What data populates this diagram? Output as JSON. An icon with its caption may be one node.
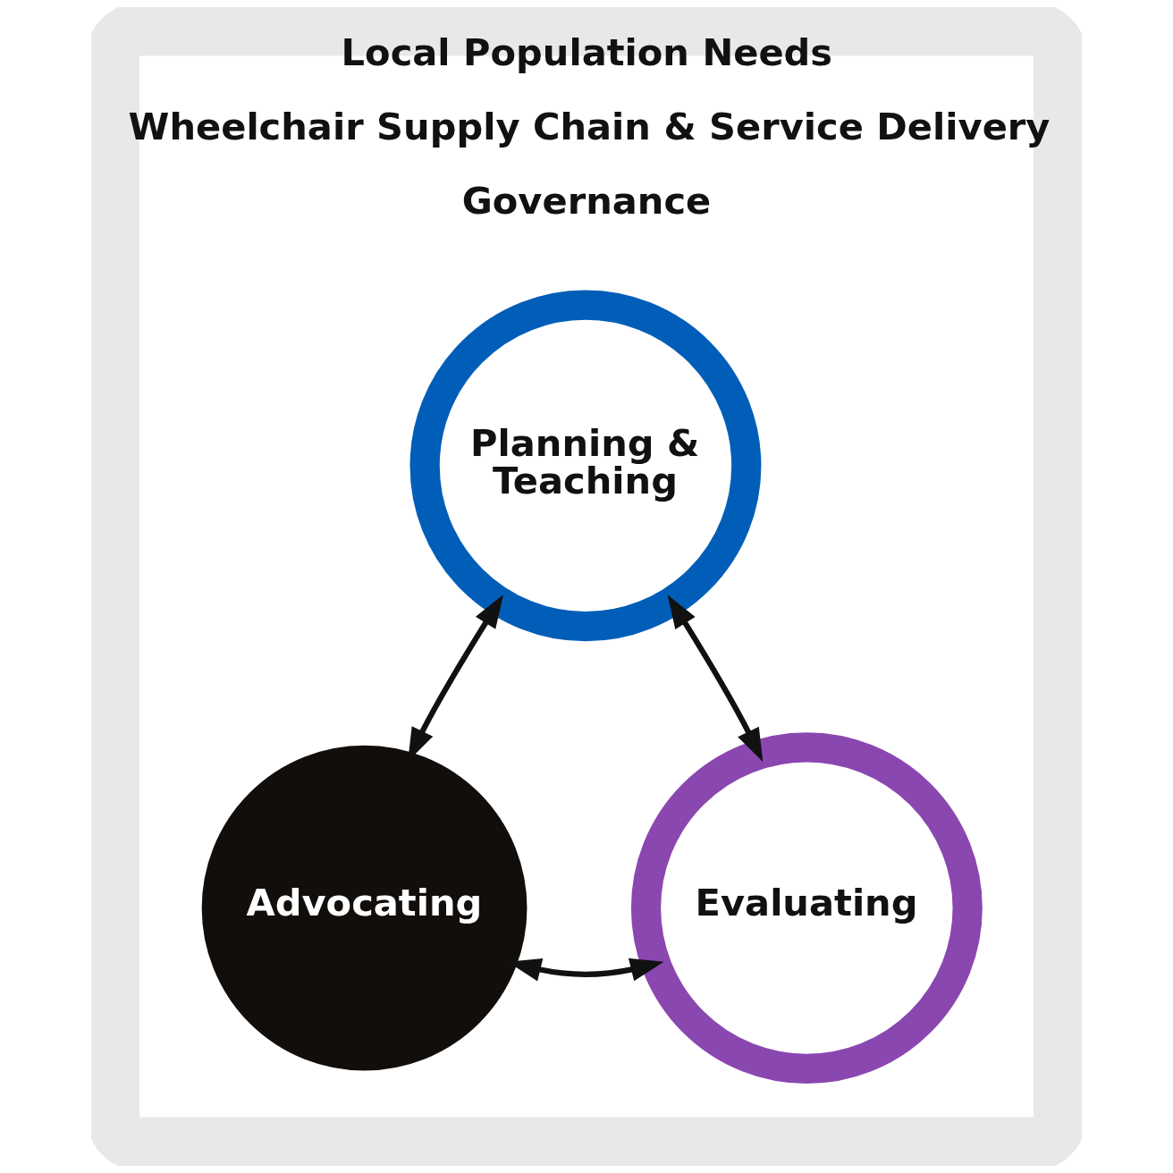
{
  "diagram": {
    "nodes": [
      {
        "text": [
          "Local Population Needs",
          "Wheelchair Supply Chain & Service Delivery",
          "Governance"
        ]
      },
      {
        "text": [
          "Planning & Teaching"
        ],
        "in": 0
      },
      {
        "text": [
          "Advocating"
        ],
        "in": 0
      },
      {
        "text": [
          "Evaluating"
        ],
        "in": 0
      }
    ],
    "edges": [
      {
        "from": 1,
        "to": 2,
        "arrow": "both"
      },
      {
        "from": 1,
        "to": 3,
        "arrow": "both"
      },
      {
        "from": 2,
        "to": 3,
        "arrow": "both"
      }
    ]
  }
}
